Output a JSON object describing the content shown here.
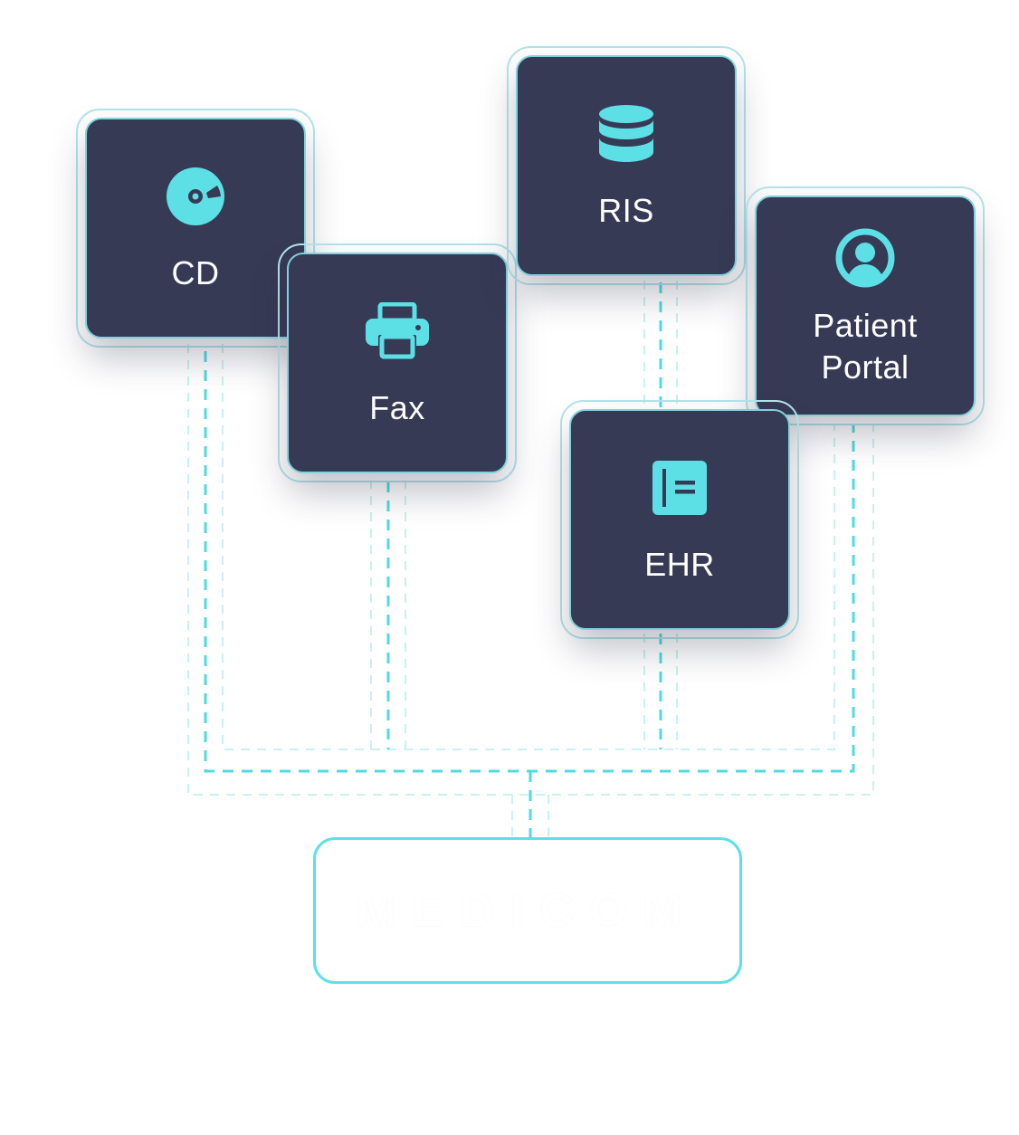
{
  "colors": {
    "card_bg": "#363a55",
    "card_border": "#7fd3dc",
    "accent": "#5ce0e6",
    "connector": "#4fdbe0",
    "connector_faint": "#c9f1f3"
  },
  "sources": [
    {
      "id": "cd",
      "label": "CD",
      "icon": "disc-icon"
    },
    {
      "id": "fax",
      "label": "Fax",
      "icon": "printer-icon"
    },
    {
      "id": "ris",
      "label": "RIS",
      "icon": "database-icon"
    },
    {
      "id": "patient-portal",
      "label": "Patient\nPortal",
      "icon": "user-circle-icon"
    },
    {
      "id": "ehr",
      "label": "EHR",
      "icon": "record-book-icon"
    }
  ],
  "destination": {
    "logo_text": "MEDICOM",
    "logo_color": "#ffffff"
  }
}
